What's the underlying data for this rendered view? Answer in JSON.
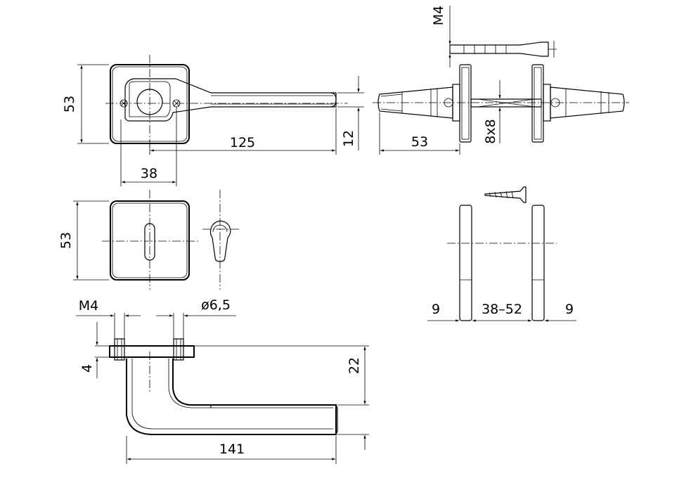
{
  "dimensions": {
    "d_53_front": "53",
    "d_125": "125",
    "d_12": "12",
    "d_38": "38",
    "d_53_side": "53",
    "d_8x8": "8x8",
    "d_m4_top": "M4",
    "d_53_rose": "53",
    "d_m4_bottom": "M4",
    "d_phi65": "ø6,5",
    "d_4": "4",
    "d_22": "22",
    "d_141": "141",
    "d_9_left": "9",
    "d_38_52": "38–52",
    "d_9_right": "9"
  }
}
